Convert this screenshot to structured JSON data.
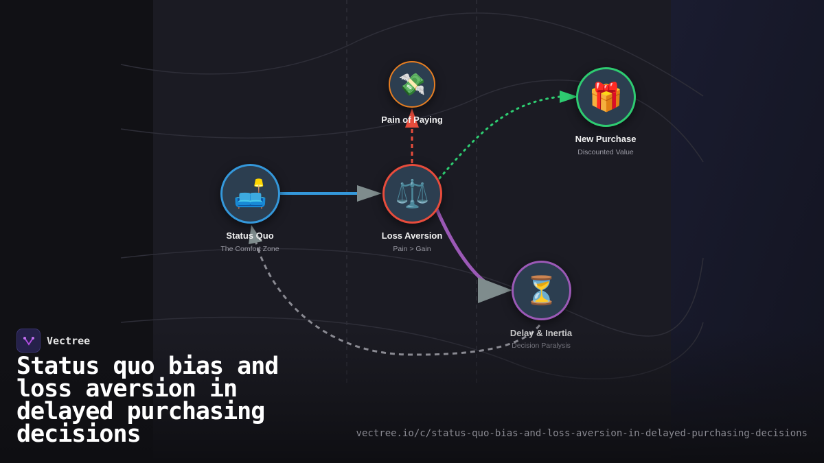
{
  "brand": {
    "name": "Vectree"
  },
  "title": "Status quo bias and loss aversion in delayed purchasing decisions",
  "url": "vectree.io/c/status-quo-bias-and-loss-aversion-in-delayed-purchasing-decisions",
  "nodes": {
    "status_quo": {
      "label": "Status Quo",
      "sub": "The Comfort Zone",
      "icon": "couch-and-lamp",
      "emoji": "🛋️",
      "color": "#3498db"
    },
    "loss_aversion": {
      "label": "Loss Aversion",
      "sub": "Pain > Gain",
      "icon": "balance-scale",
      "emoji": "⚖️",
      "color": "#e74c3c"
    },
    "pain_of_paying": {
      "label": "Pain of Paying",
      "icon": "money-with-wings",
      "emoji": "💸",
      "color": "#e67e22"
    },
    "new_purchase": {
      "label": "New Purchase",
      "sub": "Discounted Value",
      "icon": "gift",
      "emoji": "🎁",
      "color": "#2ecc71"
    },
    "delay": {
      "label": "Delay & Inertia",
      "sub": "Decision Paralysis",
      "icon": "hourglass",
      "emoji": "⏳",
      "color": "#9b59b6"
    }
  }
}
